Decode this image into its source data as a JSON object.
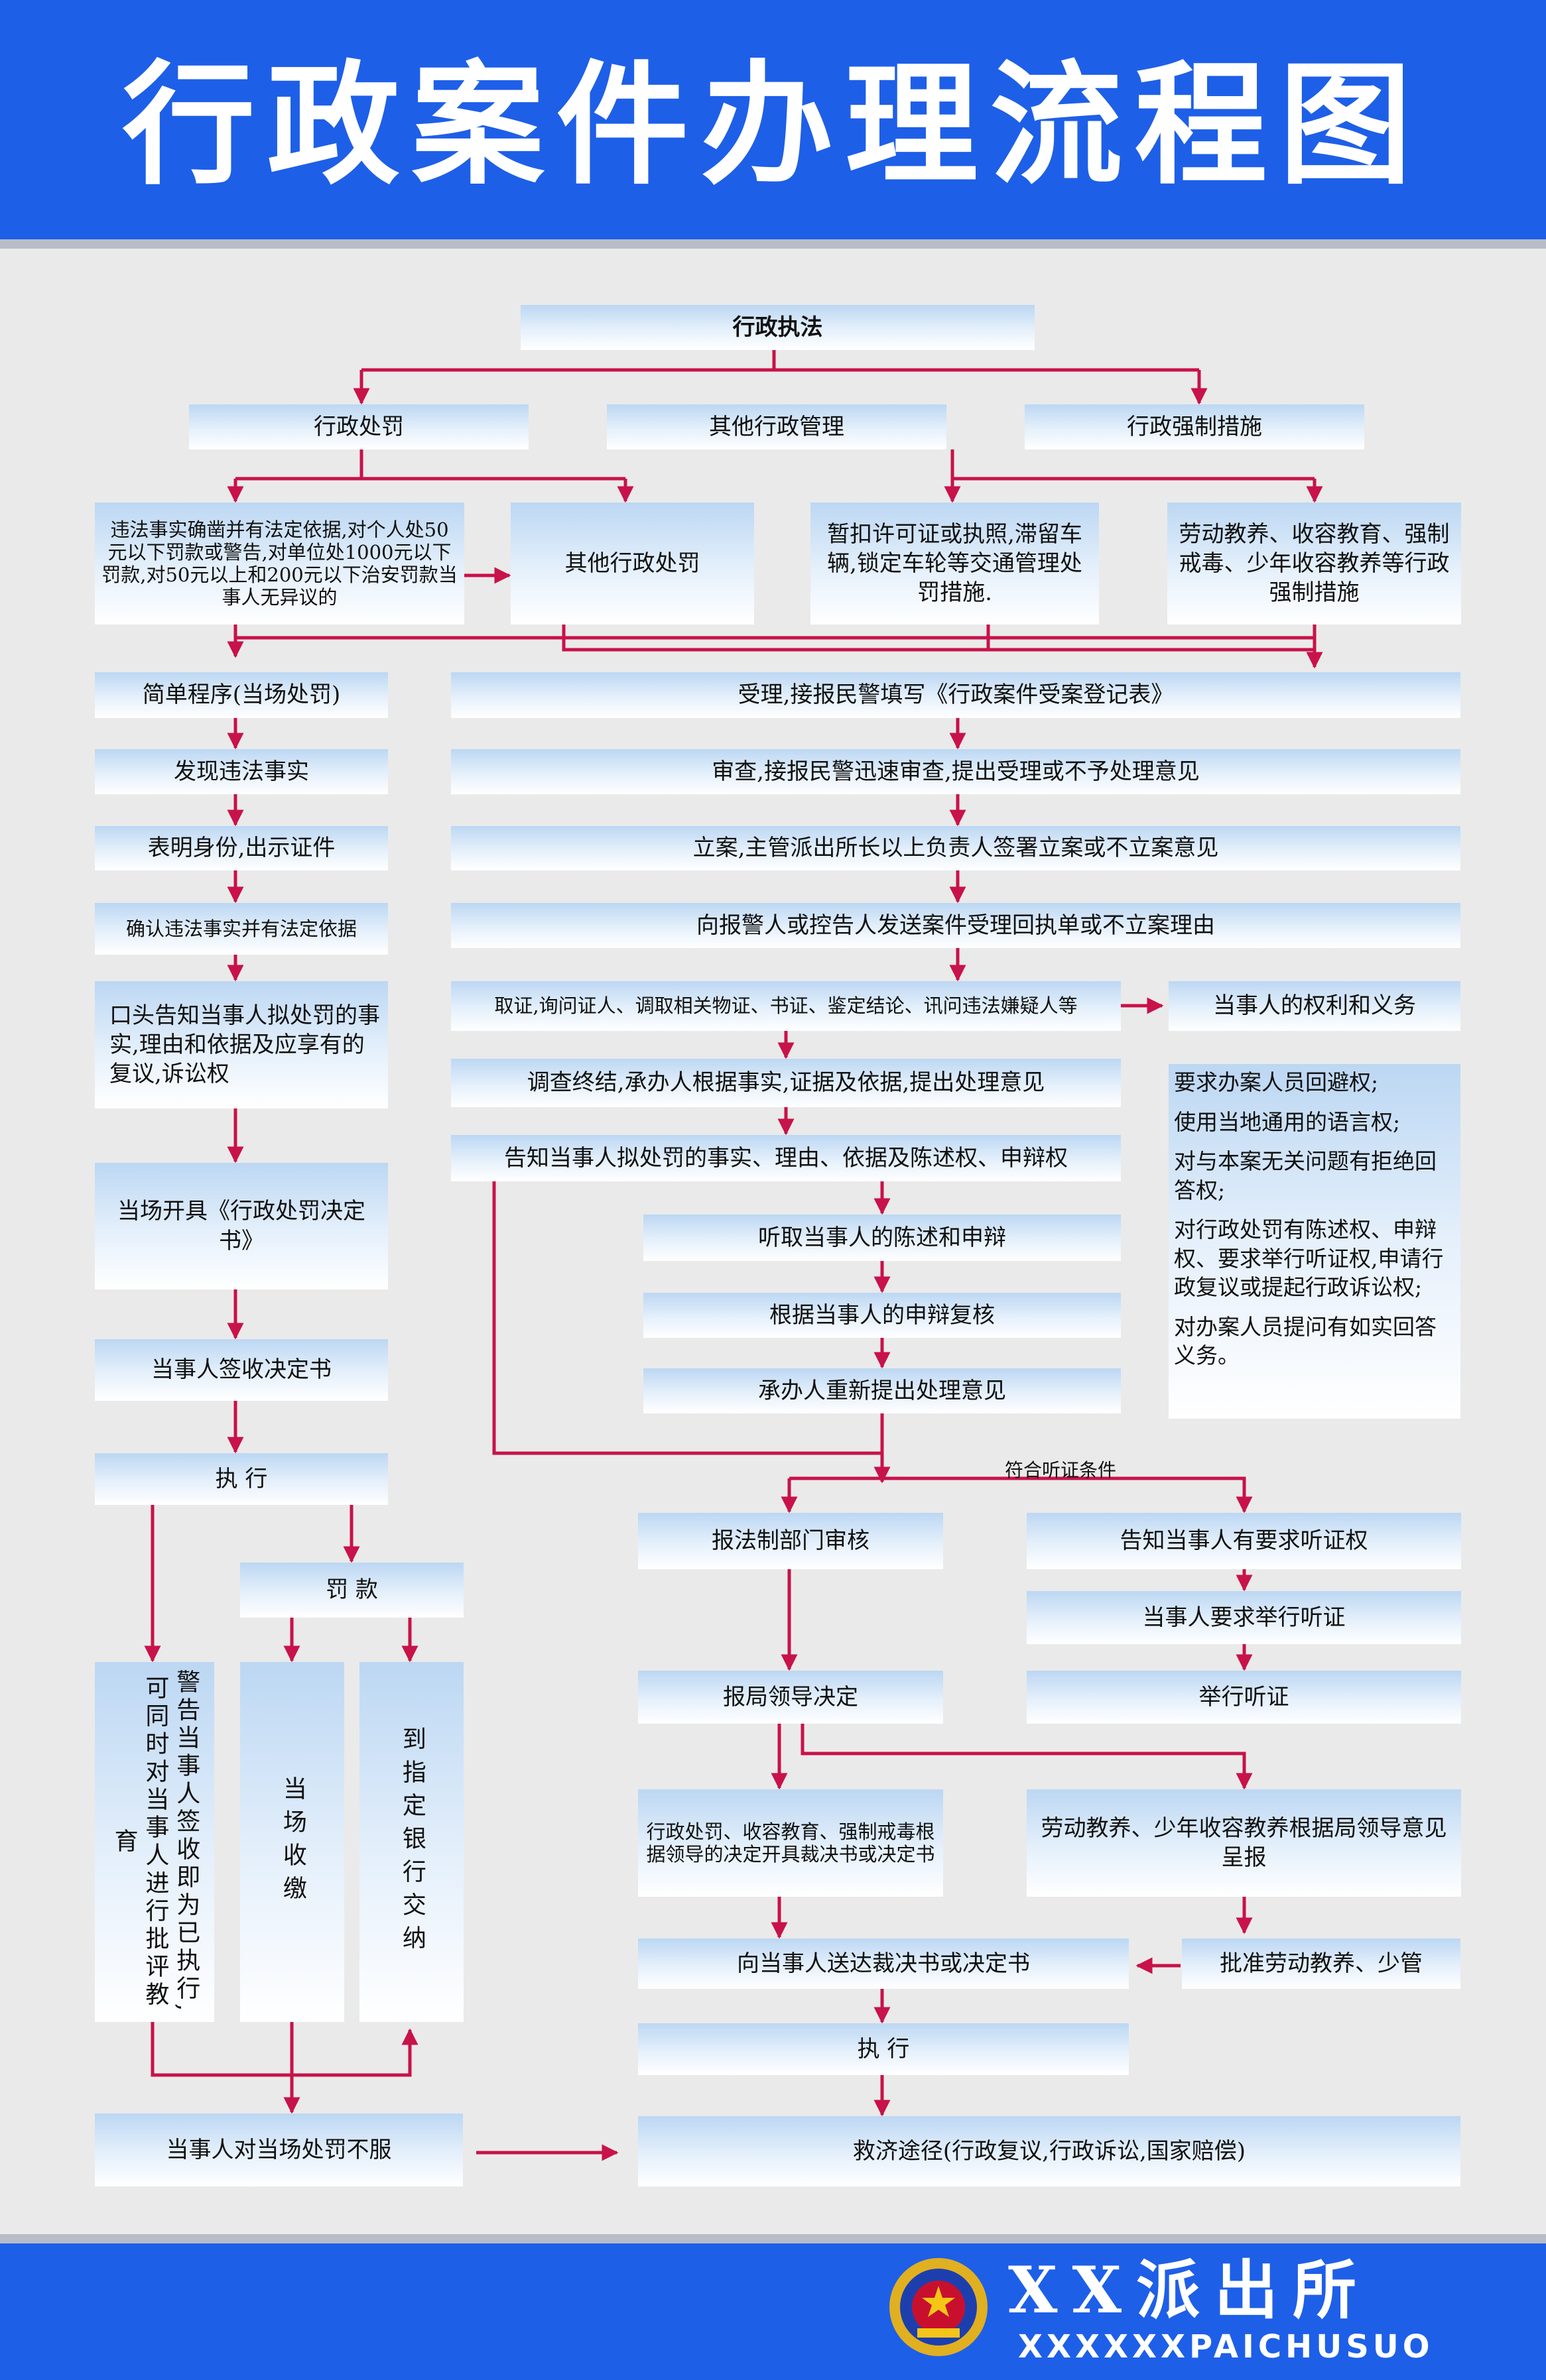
{
  "title": "行政案件办理流程图",
  "colors": {
    "header_blue": "#1e5fe8",
    "arrow_red": "#c8124a",
    "box_gradient_top": "#bcd7f3"
  },
  "footer": {
    "org_name": "XX派出所",
    "org_name_en": "XXXXXXPAICHUSUO",
    "emblem_icon": "police-emblem-icon"
  },
  "nodes": {
    "enforce": "行政执法",
    "penalty": "行政处罚",
    "other_mgmt": "其他行政管理",
    "coercive": "行政强制措施",
    "simple_cond": "违法事实确凿并有法定依据,对个人处50元以下罚款或警告,对单位处1000元以下罚款,对50元以上和200元以下治安罚款当事人无异议的",
    "other_penalty": "其他行政处罚",
    "detain": "暂扣许可证或执照,滞留车辆,锁定车轮等交通管理处罚措施.",
    "labor": "劳动教养、收容教育、强制戒毒、少年收容教养等行政强制措施",
    "simple_proc": "简单程序(当场处罚)",
    "find_fact": "发现违法事实",
    "show_id": "表明身份,出示证件",
    "confirm": "确认违法事实并有法定依据",
    "oral_notice": "口头告知当事人拟处罚的事实,理由和依据及应享有的复议,诉讼权",
    "issue": "当场开具《行政处罚决定书》",
    "sign": "当事人签收决定书",
    "execute_left": "执 行",
    "fine": "罚 款",
    "warning": "警告当事人签收即为已执行,可同时对当事人进行批评教育",
    "pay_onsite": "当场收缴",
    "pay_bank": "到指定银行交纳",
    "dispute": "当事人对当场处罚不服",
    "accept": "受理,接报民警填写《行政案件受案登记表》",
    "review": "审查,接报民警迅速审查,提出受理或不予处理意见",
    "file": "立案,主管派出所长以上负责人签署立案或不立案意见",
    "receipt": "向报警人或控告人发送案件受理回执单或不立案理由",
    "evidence": "取证,询问证人、调取相关物证、书证、鉴定结论、讯问违法嫌疑人等",
    "end_inv": "调查终结,承办人根据事实,证据及依据,提出处理意见",
    "notify": "告知当事人拟处罚的事实、理由、依据及陈述权、申辩权",
    "hear": "听取当事人的陈述和申辩",
    "recheck": "根据当事人的申辩复核",
    "resubmit": "承办人重新提出处理意见",
    "rights_title": "当事人的权利和义务",
    "legal_review": "报法制部门审核",
    "notify_hearing": "告知当事人有要求听证权",
    "request_hearing": "当事人要求举行听证",
    "bureau": "报局领导决定",
    "hold_hearing": "举行听证",
    "decide": "行政处罚、收容教育、强制戒毒根据领导的决定开具裁决书或决定书",
    "labor_report": "劳动教养、少年收容教养根据局领导意见呈报",
    "deliver": "向当事人送达裁决书或决定书",
    "approve": "批准劳动教养、少管",
    "execute_right": "执 行",
    "remedy": "救济途径(行政复议,行政诉讼,国家赔偿)"
  },
  "edge_labels": {
    "hearing_condition": "符合听证条件"
  },
  "rights": [
    "要求办案人员回避权;",
    "使用当地通用的语言权;",
    "对与本案无关问题有拒绝回答权;",
    "对行政处罚有陈述权、申辩权、要求举行听证权,申请行政复议或提起行政诉讼权;",
    "对办案人员提问有如实回答义务。"
  ]
}
